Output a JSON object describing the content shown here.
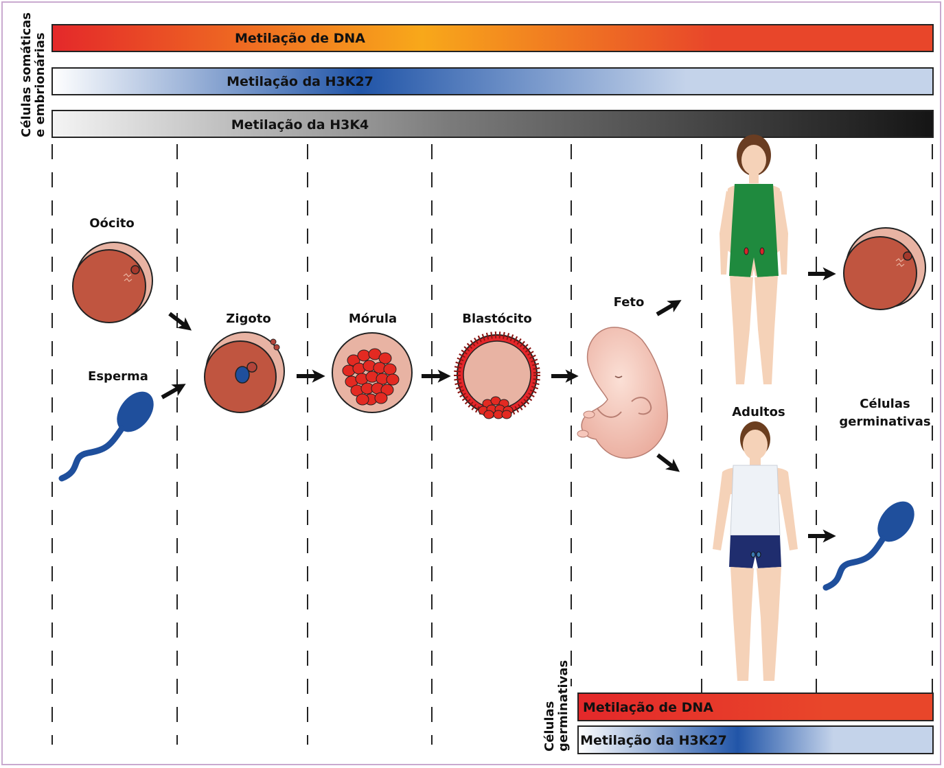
{
  "side_labels": {
    "somatic": [
      "Células somáticas",
      "e embrionárias"
    ],
    "germ": [
      "Células",
      "germinativas"
    ]
  },
  "top_bars": [
    {
      "label": "Metilação de DNA",
      "colors": [
        "#e4282a",
        "#f8a81a",
        "#e8462a"
      ]
    },
    {
      "label": "Metilação da H3K27",
      "colors": [
        "#ffffff",
        "#2155a8",
        "#c4d3ea"
      ]
    },
    {
      "label": "Metilação da H3K4",
      "colors": [
        "#f4f4f4",
        "#7b7b7b",
        "#151515"
      ]
    }
  ],
  "bottom_bars": [
    {
      "label": "Metilação de DNA",
      "colors": [
        "#e4282a",
        "#e8462a",
        "#f8cf9c"
      ]
    },
    {
      "label": "Metilação da H3K27",
      "colors": [
        "#ffffff",
        "#2155a8",
        "#c4d3ea"
      ]
    }
  ],
  "stages": {
    "oocyte": "Oócito",
    "sperm": "Esperma",
    "zygote": "Zigoto",
    "morula": "Mórula",
    "blastocyst": "Blastócito",
    "fetus": "Feto",
    "adults": "Adultos",
    "germ_cells": [
      "Células",
      "germinativas"
    ]
  },
  "colors": {
    "cell_outer": "#e8b3a3",
    "cell_inner": "#c05540",
    "blastomere": "#e32a22",
    "sperm": "#1f4f9c",
    "female_suit": "#1f8a3e",
    "male_shorts": "#1f2d6e",
    "male_shirt": "#eef2f7",
    "skin": "#f5d2b8",
    "fetus": "#f2c2b3"
  }
}
